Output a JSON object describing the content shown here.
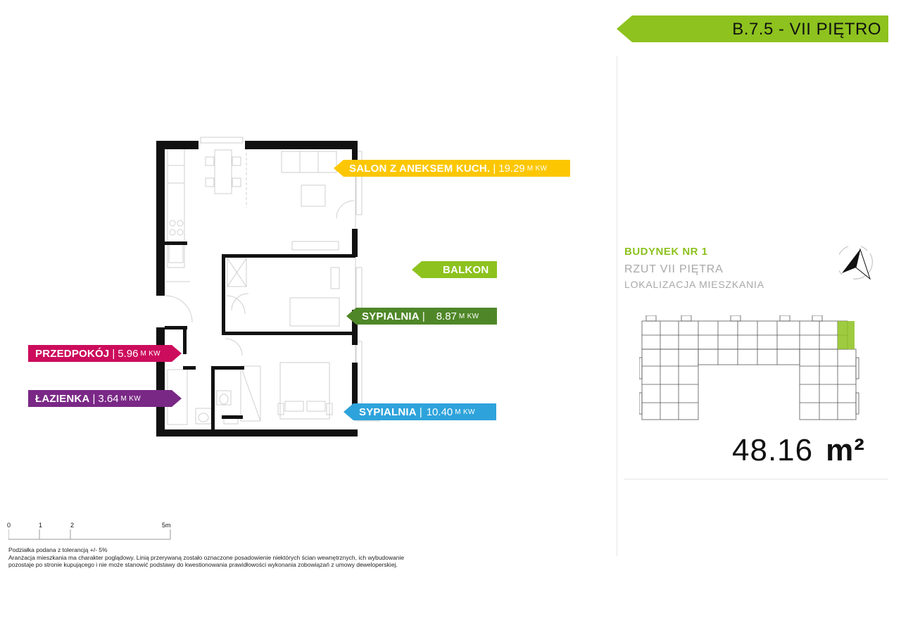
{
  "unit": {
    "code": "B.7.5 - VII PIĘTRO"
  },
  "rooms": {
    "salon": {
      "name": "SALON Z ANEKSEM KUCH.",
      "area": "19.29",
      "unit": "M KW",
      "color": "#fcc700"
    },
    "balkon": {
      "name": "BALKON",
      "color": "#8dc21f"
    },
    "sypialnia1": {
      "name": "SYPIALNIA",
      "area": "8.87",
      "unit": "M KW",
      "color": "#4f8728"
    },
    "sypialnia2": {
      "name": "SYPIALNIA",
      "area": "10.40",
      "unit": "M KW",
      "color": "#2ea3db"
    },
    "przedpokoj": {
      "name": "PRZEDPOKÓJ",
      "area": "5.96",
      "unit": "M KW",
      "color": "#cc0c5c"
    },
    "lazienka": {
      "name": "ŁAZIENKA",
      "area": "3.64",
      "unit": "M KW",
      "color": "#7a2886"
    }
  },
  "separator": "|",
  "building": {
    "title": "BUDYNEK NR 1",
    "floor": "RZUT VII PIĘTRA",
    "location_label": "LOKALIZACJA MIESZKANIA",
    "highlight_color": "#8dc21f"
  },
  "total_area": {
    "value": "48.16",
    "unit": "m²"
  },
  "scale": {
    "ticks": [
      "0",
      "1",
      "2",
      "5m"
    ]
  },
  "notes": {
    "tolerance": "Podziałka podana z tolerancją +/- 5%",
    "line2": "Aranżacja mieszkania ma charakter poglądowy. Linią przerywaną zostało oznaczone posadowienie niektórych ścian wewnętrznych, ich wybudowanie",
    "line3": "pozostaje po stronie kupującego i nie może stanowić podstawy do kwestionowania prawidłowości wykonania zobowiązań z umowy deweloperskiej."
  },
  "icons": {
    "compass": "north-arrow-icon"
  }
}
